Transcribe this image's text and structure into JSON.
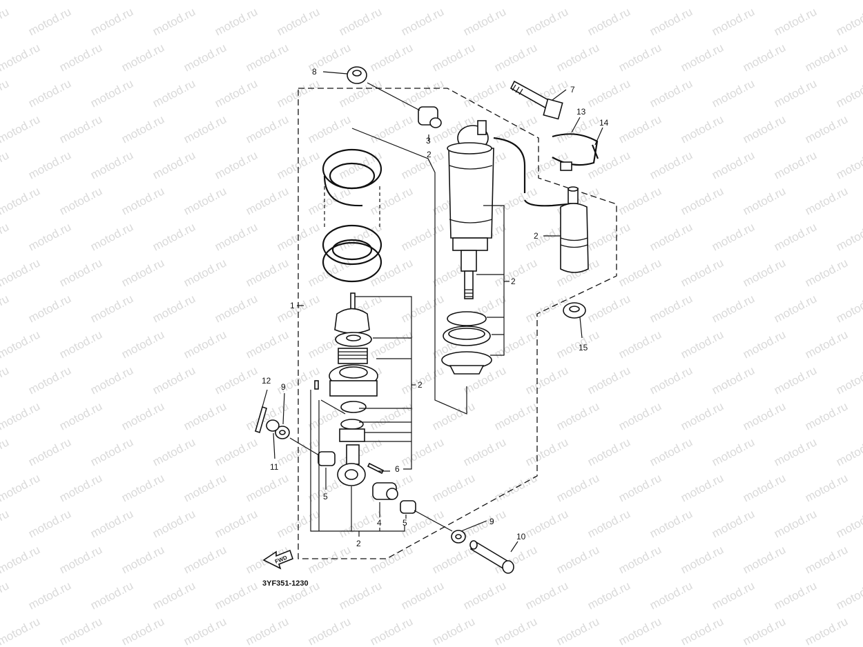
{
  "watermark": "motod.ru",
  "diagram_code": "3YF351-1230",
  "fwd_label": "FWD",
  "callouts": {
    "c1": "1",
    "c2a": "2",
    "c2b": "2",
    "c2c": "2",
    "c2d": "2",
    "c2e": "2",
    "c3": "3",
    "c4": "4",
    "c5a": "5",
    "c5b": "5",
    "c6": "6",
    "c7": "7",
    "c8": "8",
    "c9a": "9",
    "c9b": "9",
    "c10": "10",
    "c11": "11",
    "c12": "12",
    "c13": "13",
    "c14": "14",
    "c15": "15"
  }
}
